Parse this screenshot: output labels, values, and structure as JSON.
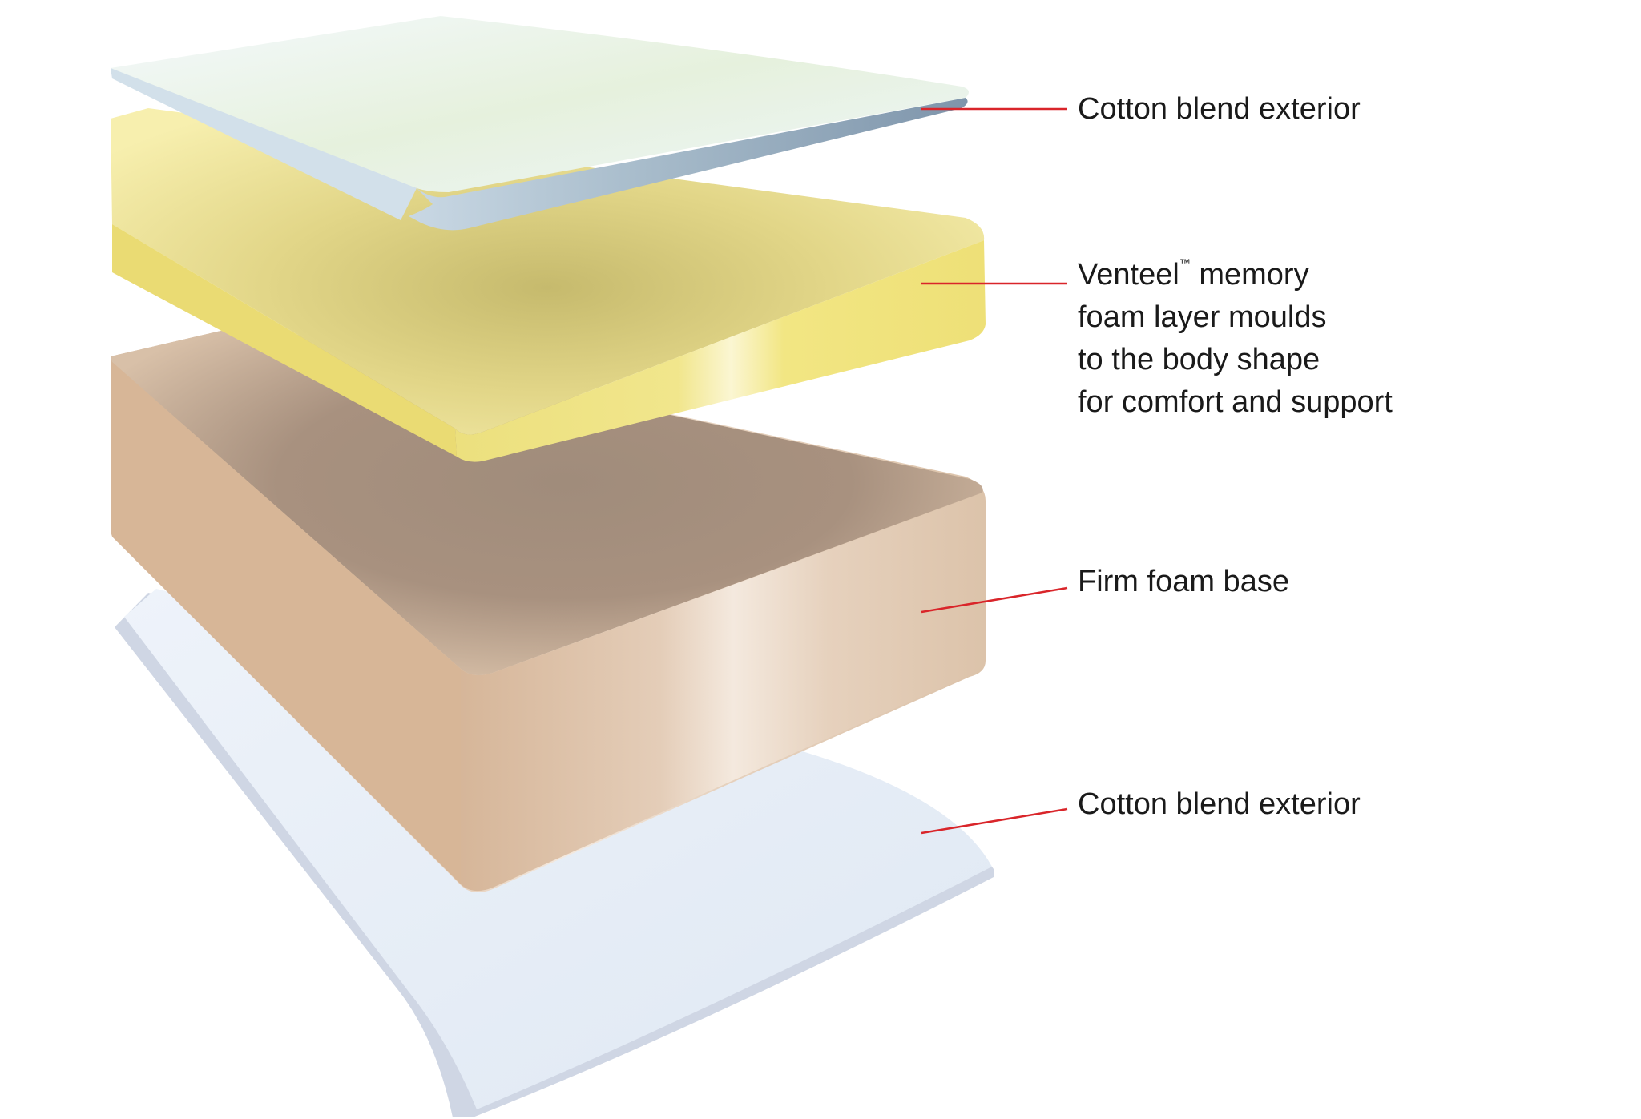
{
  "diagram": {
    "layers": [
      {
        "id": "top-cover",
        "label": "Cotton blend exterior"
      },
      {
        "id": "memory-foam",
        "label_lines": [
          {
            "before_tm": "Venteel",
            "tm": "™",
            "after_tm": " memory"
          },
          "foam layer moulds",
          "to the body shape",
          "for comfort and support"
        ]
      },
      {
        "id": "foam-base",
        "label": "Firm foam base"
      },
      {
        "id": "bottom-cover",
        "label": "Cotton blend exterior"
      }
    ],
    "colors": {
      "leader_line": "#d9252a",
      "cover_light": "#e9f3fa",
      "cover_edge": "#8fa6bf",
      "memory_foam": "#f0e27a",
      "foam_base": "#dcc0a4",
      "foam_base_top": "#a08c7b",
      "bottom_cover": "#e3ebf5"
    }
  }
}
